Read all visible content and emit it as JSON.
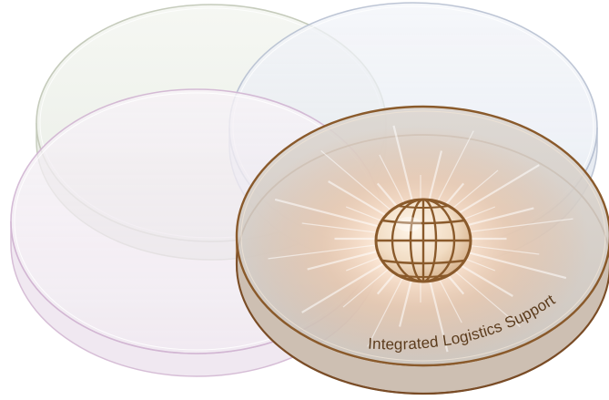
{
  "diagram": {
    "label": "Integrated Logistics Support",
    "discs": [
      {
        "id": "back-left",
        "highlighted": false,
        "tint": "#b7c0aa"
      },
      {
        "id": "back-right",
        "highlighted": false,
        "tint": "#a9b4c9"
      },
      {
        "id": "front-left",
        "highlighted": false,
        "tint": "#c7a6c9"
      },
      {
        "id": "front-right",
        "highlighted": true,
        "tint": "#8a5a2b"
      }
    ],
    "icon": "globe-icon",
    "colors": {
      "accent_brown": "#8a5a2b",
      "label_text": "#5b3b1c",
      "glow": "#f6d2b8",
      "disc_fill": "#eef0ef"
    }
  }
}
